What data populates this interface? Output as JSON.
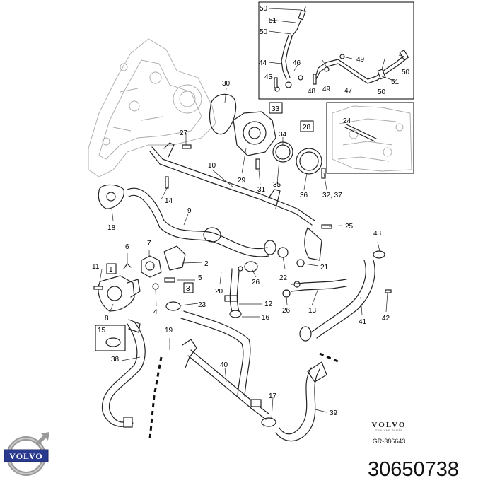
{
  "callouts": [
    {
      "id": "c50a",
      "text": "50"
    },
    {
      "id": "c51a",
      "text": "51"
    },
    {
      "id": "c50b",
      "text": "50"
    },
    {
      "id": "c44",
      "text": "44"
    },
    {
      "id": "c46",
      "text": "46"
    },
    {
      "id": "c45",
      "text": "45"
    },
    {
      "id": "c49a",
      "text": "49"
    },
    {
      "id": "c50c",
      "text": "50"
    },
    {
      "id": "c48",
      "text": "48"
    },
    {
      "id": "c49b",
      "text": "49"
    },
    {
      "id": "c47",
      "text": "47"
    },
    {
      "id": "c50d",
      "text": "50"
    },
    {
      "id": "c51b",
      "text": "51"
    },
    {
      "id": "c30",
      "text": "30"
    },
    {
      "id": "c33",
      "text": "33"
    },
    {
      "id": "c28",
      "text": "28"
    },
    {
      "id": "c24",
      "text": "24"
    },
    {
      "id": "c27",
      "text": "27"
    },
    {
      "id": "c34",
      "text": "34"
    },
    {
      "id": "c10",
      "text": "10"
    },
    {
      "id": "c29",
      "text": "29"
    },
    {
      "id": "c31",
      "text": "31"
    },
    {
      "id": "c35",
      "text": "35"
    },
    {
      "id": "c36",
      "text": "36"
    },
    {
      "id": "c32",
      "text": "32, 37"
    },
    {
      "id": "c14",
      "text": "14"
    },
    {
      "id": "c9",
      "text": "9"
    },
    {
      "id": "c18",
      "text": "18"
    },
    {
      "id": "c25",
      "text": "25"
    },
    {
      "id": "c43",
      "text": "43"
    },
    {
      "id": "c6",
      "text": "6"
    },
    {
      "id": "c7",
      "text": "7"
    },
    {
      "id": "c2",
      "text": "2"
    },
    {
      "id": "c11",
      "text": "11"
    },
    {
      "id": "c1",
      "text": "1"
    },
    {
      "id": "c5",
      "text": "5"
    },
    {
      "id": "c22",
      "text": "22"
    },
    {
      "id": "c21",
      "text": "21"
    },
    {
      "id": "c20",
      "text": "20"
    },
    {
      "id": "c26a",
      "text": "26"
    },
    {
      "id": "c3",
      "text": "3"
    },
    {
      "id": "c4",
      "text": "4"
    },
    {
      "id": "c23",
      "text": "23"
    },
    {
      "id": "c12",
      "text": "12"
    },
    {
      "id": "c26b",
      "text": "26"
    },
    {
      "id": "c13",
      "text": "13"
    },
    {
      "id": "c8",
      "text": "8"
    },
    {
      "id": "c16",
      "text": "16"
    },
    {
      "id": "c41",
      "text": "41"
    },
    {
      "id": "c42",
      "text": "42"
    },
    {
      "id": "c15",
      "text": "15"
    },
    {
      "id": "c19",
      "text": "19"
    },
    {
      "id": "c38",
      "text": "38"
    },
    {
      "id": "c40",
      "text": "40"
    },
    {
      "id": "c17",
      "text": "17"
    },
    {
      "id": "c39",
      "text": "39"
    }
  ],
  "brand": {
    "name": "VOLVO",
    "subtitle": "GENUINE PARTS",
    "ref_code": "GR-386643"
  },
  "logo_text": "VOLVO",
  "part_number": "30650738"
}
